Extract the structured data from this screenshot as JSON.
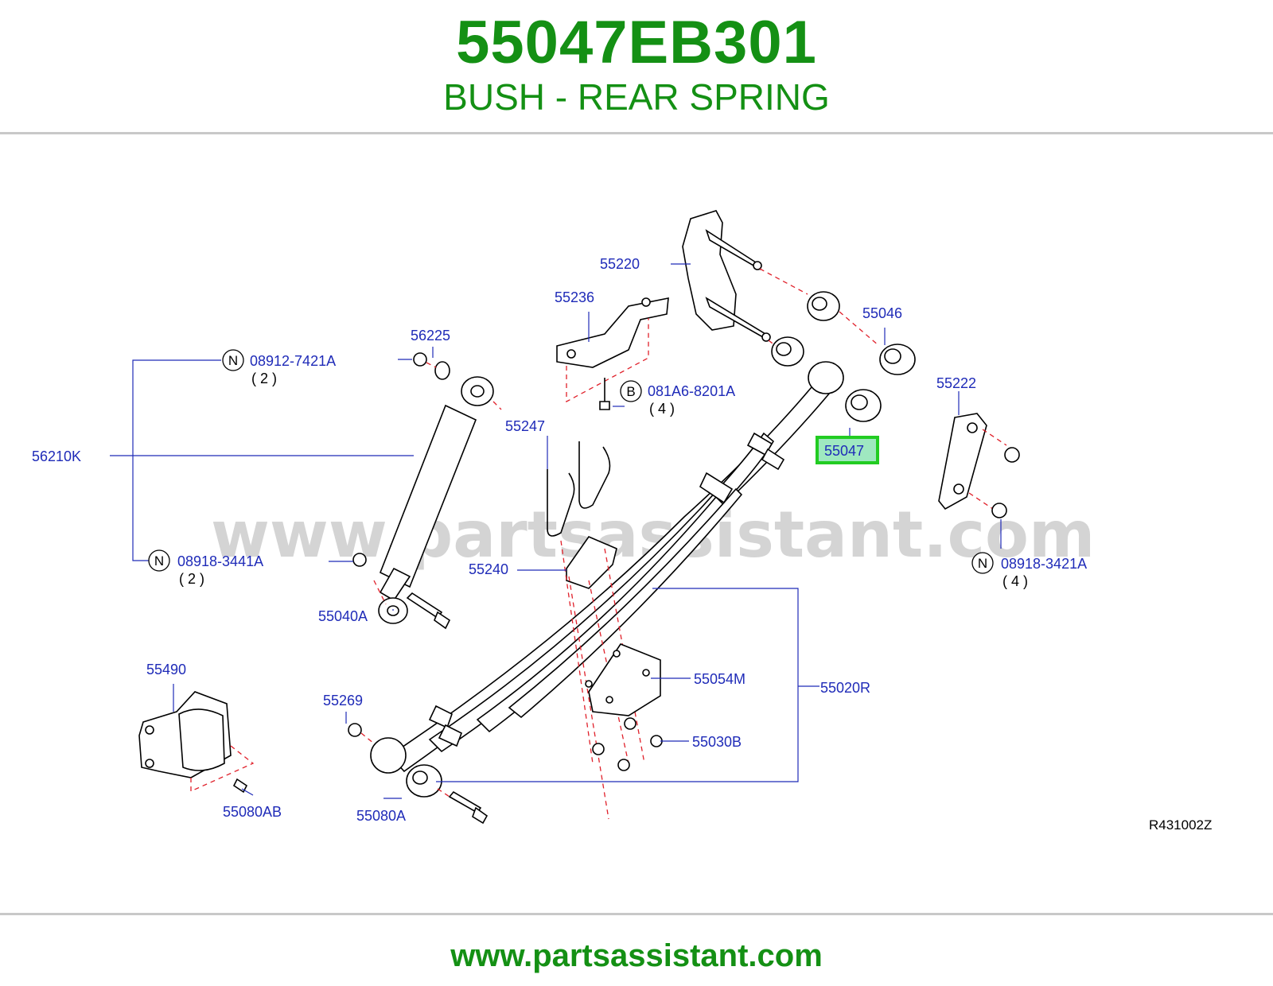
{
  "header": {
    "part_number": "55047EB301",
    "part_description": "BUSH - REAR SPRING"
  },
  "footer": {
    "url": "www.partsassistant.com"
  },
  "diagram": {
    "watermark": "www.partsassistant.com",
    "code": "R431002Z",
    "highlight_color": "#22cc22",
    "label_color": "#1f2bb8",
    "callouts": {
      "p55220": "55220",
      "p55236": "55236",
      "p55046": "55046",
      "p56225": "56225",
      "p08912": "08912-7421A",
      "p08912_qty": "( 2 )",
      "p081A6": "081A6-8201A",
      "p081A6_qty": "( 4 )",
      "p55222": "55222",
      "p55247": "55247",
      "p55047": "55047",
      "p56210K": "56210K",
      "p55240": "55240",
      "p08918_3441": "08918-3441A",
      "p08918_3441_qty": "( 2 )",
      "p08918_3421": "08918-3421A",
      "p08918_3421_qty": "( 4 )",
      "p55040A": "55040A",
      "p55490": "55490",
      "p55054M": "55054M",
      "p55020R": "55020R",
      "p55269": "55269",
      "p55030B": "55030B",
      "p55080AB": "55080AB",
      "p55080A": "55080A"
    },
    "markers": {
      "n": "N",
      "b": "B"
    }
  }
}
